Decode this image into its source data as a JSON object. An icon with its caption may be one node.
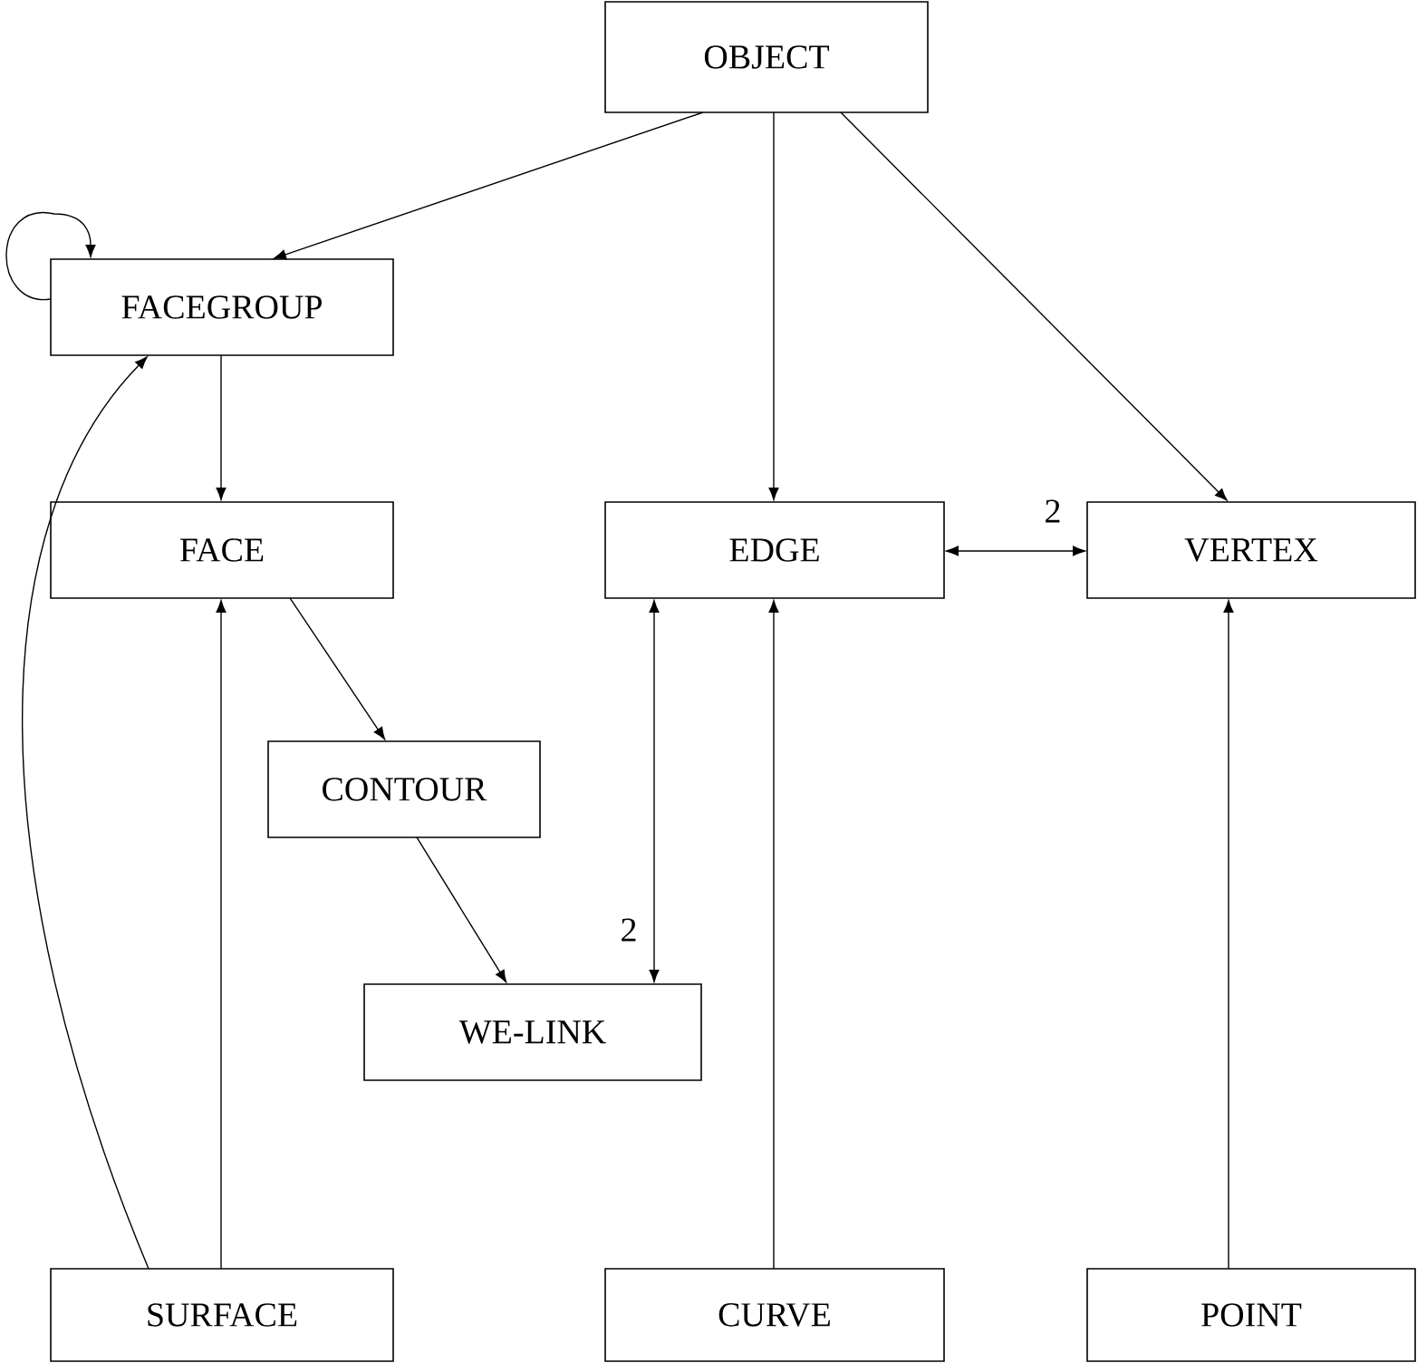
{
  "diagram": {
    "nodes": [
      {
        "text": [
          "OBJECT"
        ]
      },
      {
        "text": [
          "FACEGROUP"
        ]
      },
      {
        "text": [
          "FACE"
        ]
      },
      {
        "text": [
          "EDGE"
        ]
      },
      {
        "text": [
          "VERTEX"
        ]
      },
      {
        "text": [
          "CONTOUR"
        ]
      },
      {
        "text": [
          "WE-LINK"
        ]
      },
      {
        "text": [
          "SURFACE"
        ]
      },
      {
        "text": [
          "CURVE"
        ]
      },
      {
        "text": [
          "POINT"
        ]
      }
    ],
    "edges": [
      {
        "from": 0,
        "to": 1,
        "arrow": "to"
      },
      {
        "from": 0,
        "to": 3,
        "arrow": "to"
      },
      {
        "from": 0,
        "to": 4,
        "arrow": "to"
      },
      {
        "from": 1,
        "to": 1,
        "arrow": "to"
      },
      {
        "from": 1,
        "to": 2,
        "arrow": "to"
      },
      {
        "from": 3,
        "to": 4,
        "label": "2",
        "arrow": "both"
      },
      {
        "from": 2,
        "to": 5,
        "arrow": "to"
      },
      {
        "from": 5,
        "to": 6,
        "arrow": "to"
      },
      {
        "from": 6,
        "to": 3,
        "label": "2",
        "arrow": "both"
      },
      {
        "from": 7,
        "to": 1,
        "arrow": "to"
      },
      {
        "from": 7,
        "to": 2,
        "arrow": "to"
      },
      {
        "from": 8,
        "to": 3,
        "arrow": "to"
      },
      {
        "from": 9,
        "to": 4,
        "arrow": "to"
      }
    ]
  }
}
